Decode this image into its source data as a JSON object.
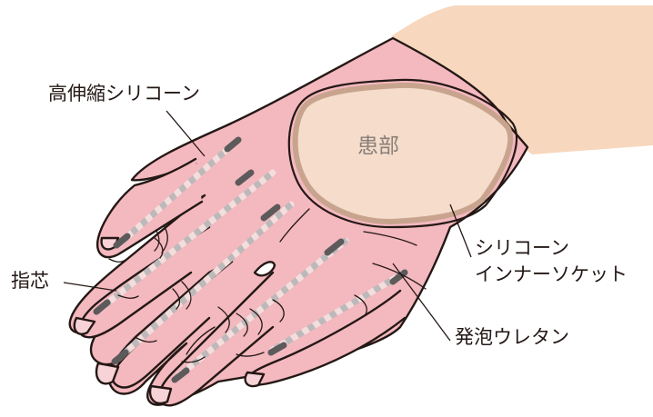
{
  "labels": {
    "high_stretch_silicone": "高伸縮シリコーン",
    "affected_area": "患部",
    "silicone_inner_socket_line1": "シリコーン",
    "silicone_inner_socket_line2": "インナーソケット",
    "finger_core": "指芯",
    "foam_urethane": "発泡ウレタン"
  },
  "colors": {
    "skin": "#f4b8bf",
    "sleeve": "#f7d7bd",
    "socket_fill": "#f5dccb",
    "socket_rim": "#c8a48e",
    "finger_core_light": "#f3dedd",
    "finger_core_dark": "#5d5a5b",
    "line": "#231815"
  }
}
